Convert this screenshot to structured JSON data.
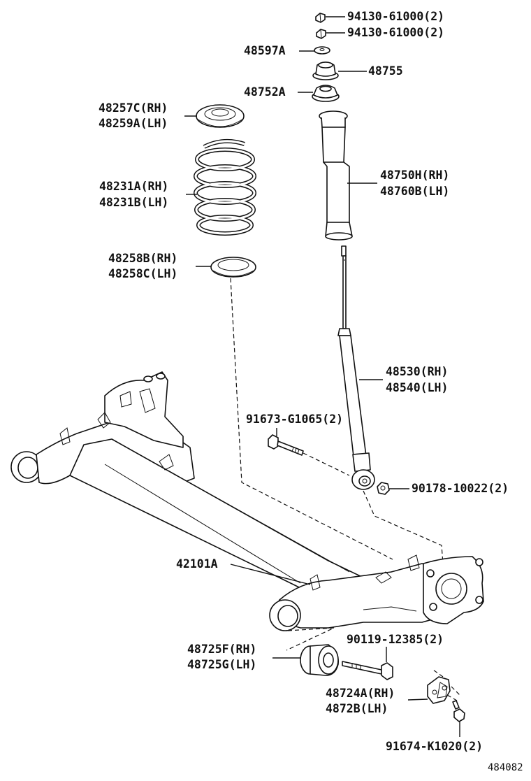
{
  "labels": {
    "nut_upper_1": "94130-61000(2)",
    "nut_upper_2": "94130-61000(2)",
    "washer": "48597A",
    "support": "48755",
    "cushion": "48752A",
    "spring_seat_upper_rh": "48257C(RH)",
    "spring_seat_upper_lh": "48259A(LH)",
    "coil_spring_rh": "48231A(RH)",
    "coil_spring_lh": "48231B(LH)",
    "spring_seat_lower_rh": "48258B(RH)",
    "spring_seat_lower_lh": "48258C(LH)",
    "bumper_rh": "48750H(RH)",
    "bumper_lh": "48760B(LH)",
    "absorber_rh": "48530(RH)",
    "absorber_lh": "48540(LH)",
    "absorber_bolt": "91673-G1065(2)",
    "absorber_nut": "90178-10022(2)",
    "axle_beam": "42101A",
    "bushing_rh": "48725F(RH)",
    "bushing_lh": "48725G(LH)",
    "beam_bolt": "90119-12385(2)",
    "bracket_rh": "48724A(RH)",
    "bracket_lh": "4872B(LH)",
    "bracket_bolt": "91674-K1020(2)",
    "drawing_number": "484082"
  }
}
